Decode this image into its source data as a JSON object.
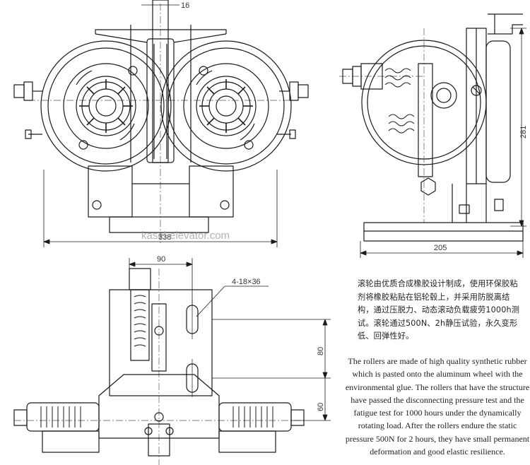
{
  "dimensions": {
    "shaft_width": "16",
    "front_width": "338",
    "side_height": "281",
    "side_base_width": "205",
    "top_offset": "90",
    "holes": "4-18×36",
    "hole_spacing": "80",
    "base_height": "60"
  },
  "watermark": "kasel-elevator.com",
  "description_cn": "滚轮由优质合成橡胶设计制成，使用环保胶粘剂将橡胶粘贴在铝轮毂上，并采用防脱离结构，通过压脱力、动态滚动负载疲劳1000h测试。滚轮通过500N、2h静压试验，永久变形低、回弹性好。",
  "description_en": "The rollers are made of high quality synthetic rubber which is pasted onto the aluminum wheel with the environmental glue. The rollers that have the structure have passed the disconnecting pressure test and the fatigue test for 1000 hours under the dynamically rotating load. After the rollers endure the static pressure 500N for 2 hours, they have small permanent deformation and good elastic resilience."
}
